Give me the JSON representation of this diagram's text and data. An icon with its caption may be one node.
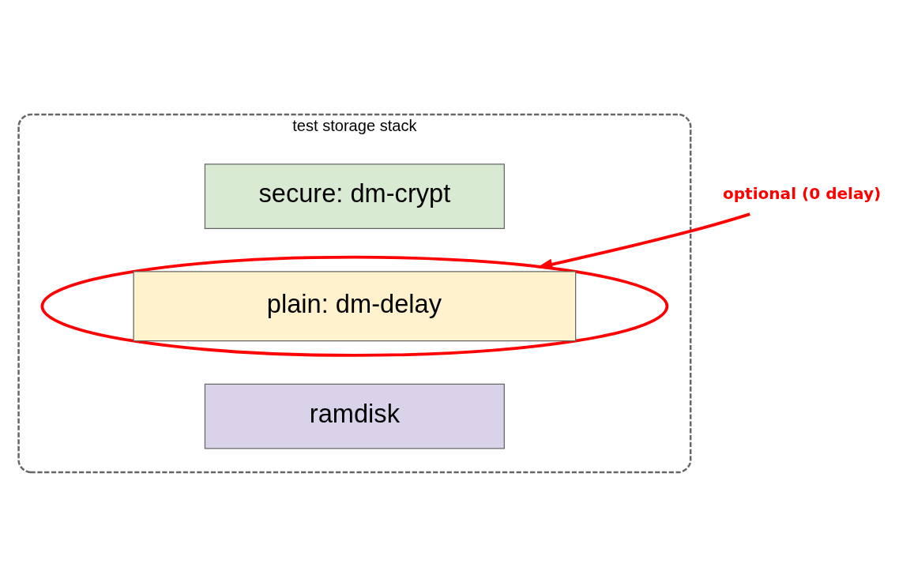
{
  "diagram": {
    "nodes": [
      {
        "text": [
          "test storage stack"
        ]
      },
      {
        "text": [
          "secure: dm-crypt"
        ],
        "in": 0
      },
      {
        "text": [
          "plain: dm-delay"
        ],
        "in": 0
      },
      {
        "text": [
          "ramdisk"
        ],
        "in": 0
      },
      {
        "text": [
          "optional (0 delay)"
        ]
      }
    ],
    "edges": [
      {
        "from": 4,
        "to": 2,
        "arrow": "to",
        "color": "#ff0000"
      }
    ]
  }
}
